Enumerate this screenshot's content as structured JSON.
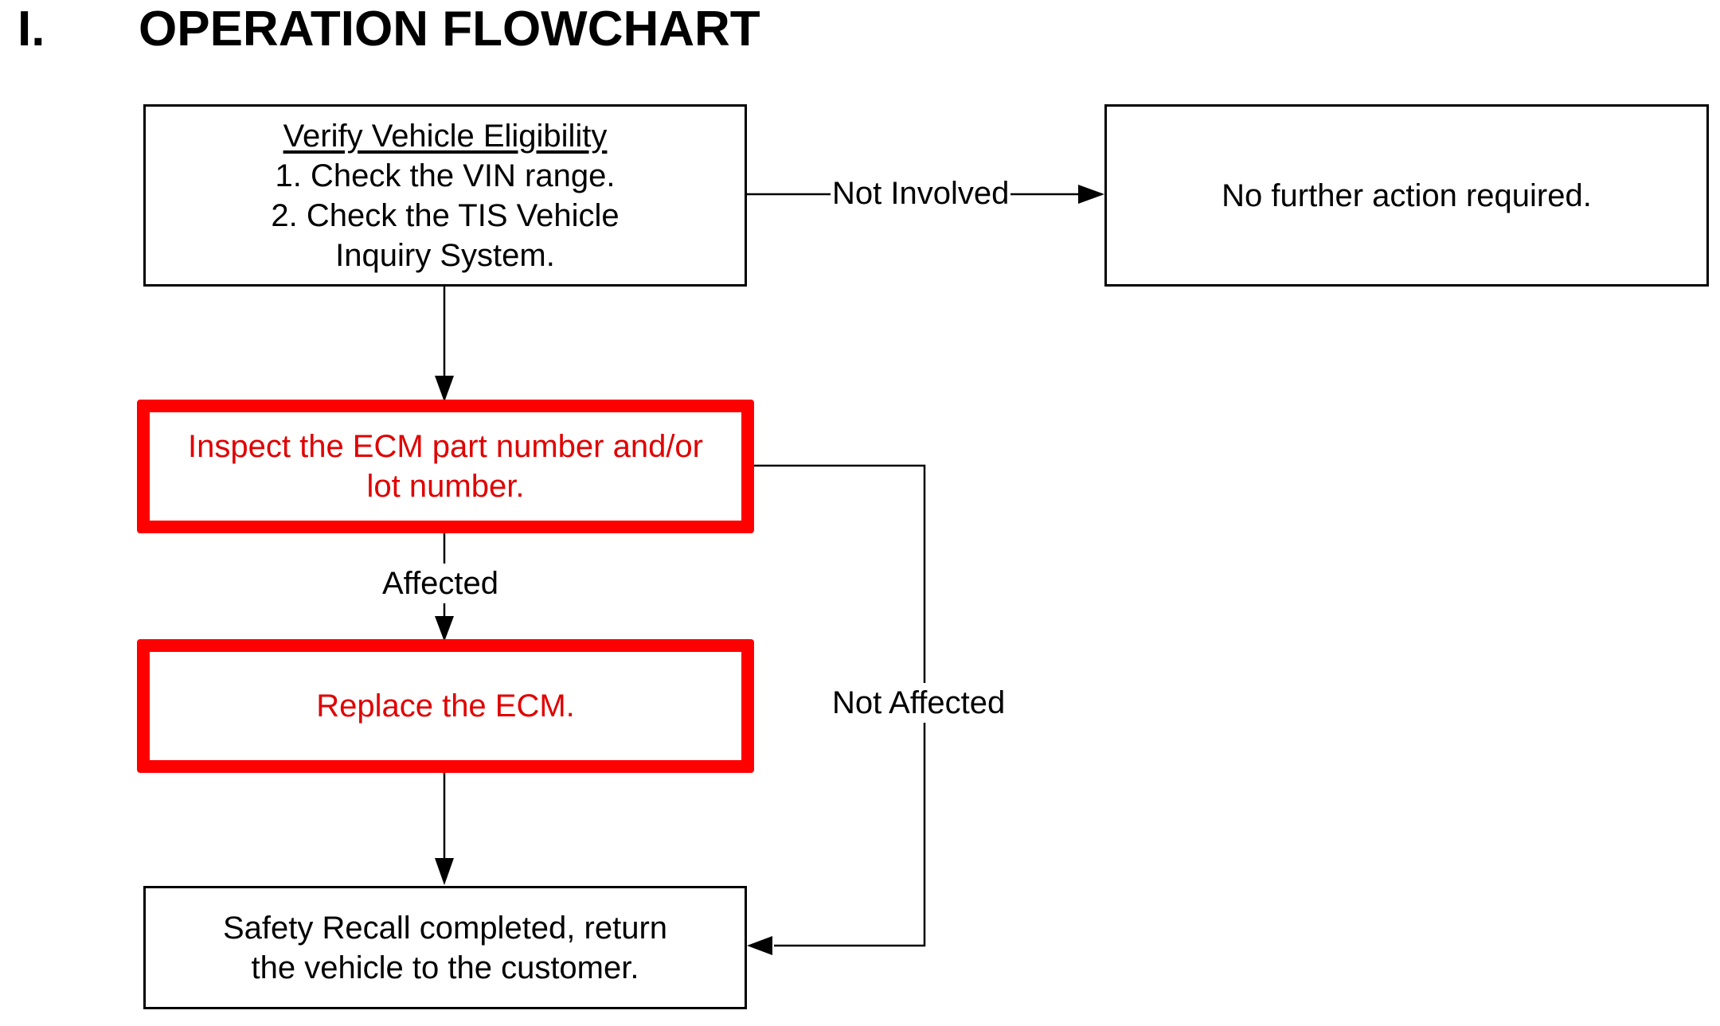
{
  "header": {
    "section_number": "I.",
    "section_title": "OPERATION FLOWCHART"
  },
  "colors": {
    "line": "#000000",
    "highlight_border": "#ff0000",
    "highlight_text": "#e00000"
  },
  "nodes": {
    "verify": {
      "title": "Verify Vehicle Eligibility",
      "lines": [
        "1. Check the VIN range.",
        "2. Check the TIS Vehicle",
        "Inquiry System."
      ]
    },
    "no_action": {
      "lines": [
        "No further action required."
      ]
    },
    "inspect": {
      "lines": [
        "Inspect the ECM part number and/or",
        "lot number."
      ]
    },
    "replace": {
      "lines": [
        "Replace the ECM."
      ]
    },
    "complete": {
      "lines": [
        "Safety Recall completed, return",
        "the vehicle to the customer."
      ]
    }
  },
  "edges": {
    "not_involved": "Not Involved",
    "affected": "Affected",
    "not_affected": "Not Affected"
  }
}
